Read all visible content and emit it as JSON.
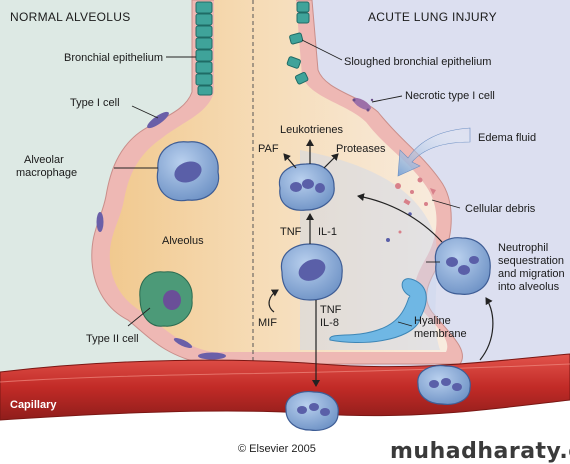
{
  "panels": {
    "left_title": "NORMAL ALVEOLUS",
    "right_title": "ACUTE LUNG INJURY"
  },
  "labels": {
    "bronchial_epithelium": "Bronchial epithelium",
    "type1_cell": "Type I cell",
    "alveolar_macrophage_line1": "Alveolar",
    "alveolar_macrophage_line2": "macrophage",
    "alveolus": "Alveolus",
    "type2_cell": "Type II cell",
    "sloughed_epithelium": "Sloughed bronchial epithelium",
    "necrotic_type1": "Necrotic type I cell",
    "edema_fluid": "Edema fluid",
    "cellular_debris": "Cellular debris",
    "neutrophil_line1": "Neutrophil",
    "neutrophil_line2": "sequestration",
    "neutrophil_line3": "and migration",
    "neutrophil_line4": "into alveolus",
    "hyaline_line1": "Hyaline",
    "hyaline_line2": "membrane",
    "capillary": "Capillary",
    "leukotrienes": "Leukotrienes",
    "paf": "PAF",
    "proteases": "Proteases",
    "tnf_top": "TNF",
    "il1": "IL-1",
    "mif": "MIF",
    "tnf_bottom": "TNF",
    "il8": "IL-8"
  },
  "footer": {
    "copyright": "© Elsevier 2005",
    "watermark": "muhadharaty.com"
  },
  "colors": {
    "left_bg": "#dde9e4",
    "right_bg": "#dcdff0",
    "alveolus_fill": "#f3d1a3",
    "wall_pink": "#eeb8b4",
    "capillary_red": "#c8302c",
    "cell_blue": "#8fb0d8",
    "nucleus_purple": "#5a5fa8",
    "epithelium_teal": "#3fa39a",
    "type2_green": "#4c9a78",
    "hyaline_blue": "#6fb7e4"
  }
}
